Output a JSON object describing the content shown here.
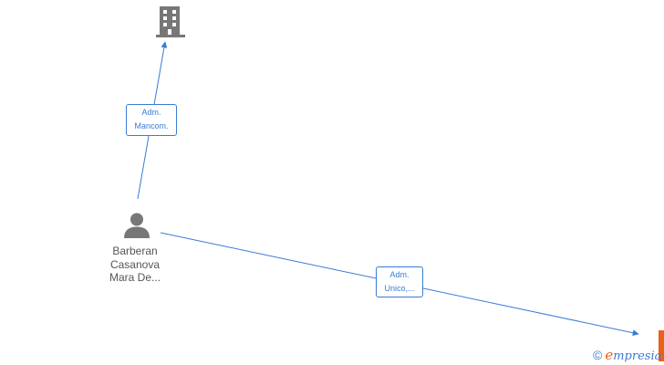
{
  "nodes": {
    "company_top": {
      "icon": "building-icon"
    },
    "person": {
      "icon": "person-icon",
      "name_lines": [
        "Barberan",
        "Casanova",
        "Mara De..."
      ]
    },
    "company_bottom_right": {
      "icon": "building-icon"
    }
  },
  "edges": [
    {
      "from": "person",
      "to": "company_top",
      "label_lines": [
        "Adm.",
        "Mancom."
      ]
    },
    {
      "from": "person",
      "to": "company_bottom_right",
      "label_lines": [
        "Adm.",
        "Unico,..."
      ]
    }
  ],
  "colors": {
    "edge": "#3a7bd5",
    "icon": "#777777",
    "accent": "#e8611a"
  },
  "watermark": {
    "copyright_symbol": "©",
    "brand_initial": "e",
    "brand_rest": "mpresia"
  }
}
